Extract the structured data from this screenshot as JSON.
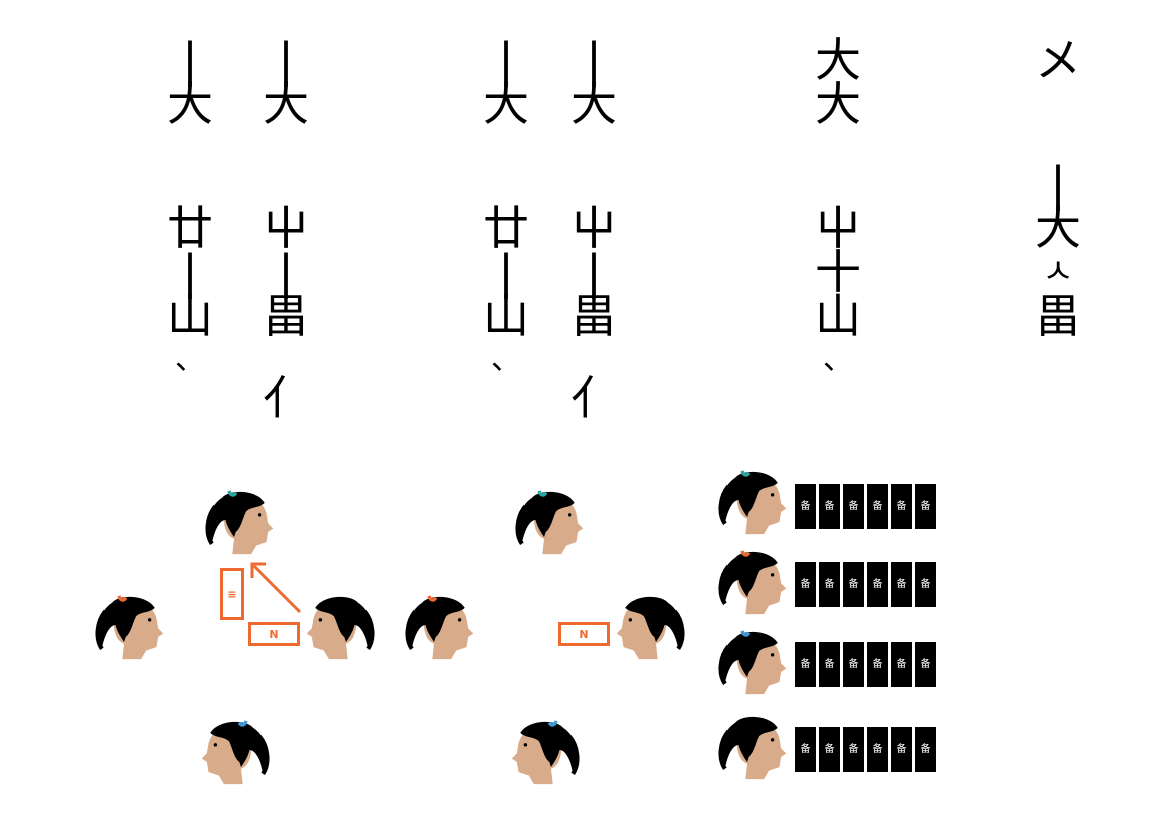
{
  "columns": [
    {
      "id": "c1",
      "glyphs": [
        "|",
        "大",
        "",
        "廿",
        "|",
        "山",
        "、"
      ]
    },
    {
      "id": "c2",
      "glyphs": [
        "|",
        "大",
        "",
        "屮",
        "|",
        "畕",
        "亻"
      ]
    },
    {
      "id": "c3",
      "glyphs": [
        "|",
        "大",
        "",
        "廿",
        "|",
        "山",
        "、"
      ]
    },
    {
      "id": "c4",
      "glyphs": [
        "|",
        "大",
        "",
        "屮",
        "|",
        "畕",
        "亻"
      ]
    },
    {
      "id": "c5",
      "glyphs": [
        "大",
        "大",
        "",
        "屮",
        "十",
        "山",
        "、"
      ]
    },
    {
      "id": "c6",
      "glyphs": [
        "メ",
        "",
        "|",
        "大",
        "ㅅ",
        "畕",
        ""
      ]
    }
  ],
  "table1": {
    "tile_a": "≡",
    "tile_b": "N"
  },
  "table2": {
    "tile_b": "N"
  },
  "card_glyph": "备",
  "colors": {
    "accent": "#ef6a31",
    "skin": "#d8ab8a",
    "hair": "#000000",
    "teal": "#2aa9a0",
    "blue": "#3d9bd8",
    "orange": "#ef6a31"
  }
}
